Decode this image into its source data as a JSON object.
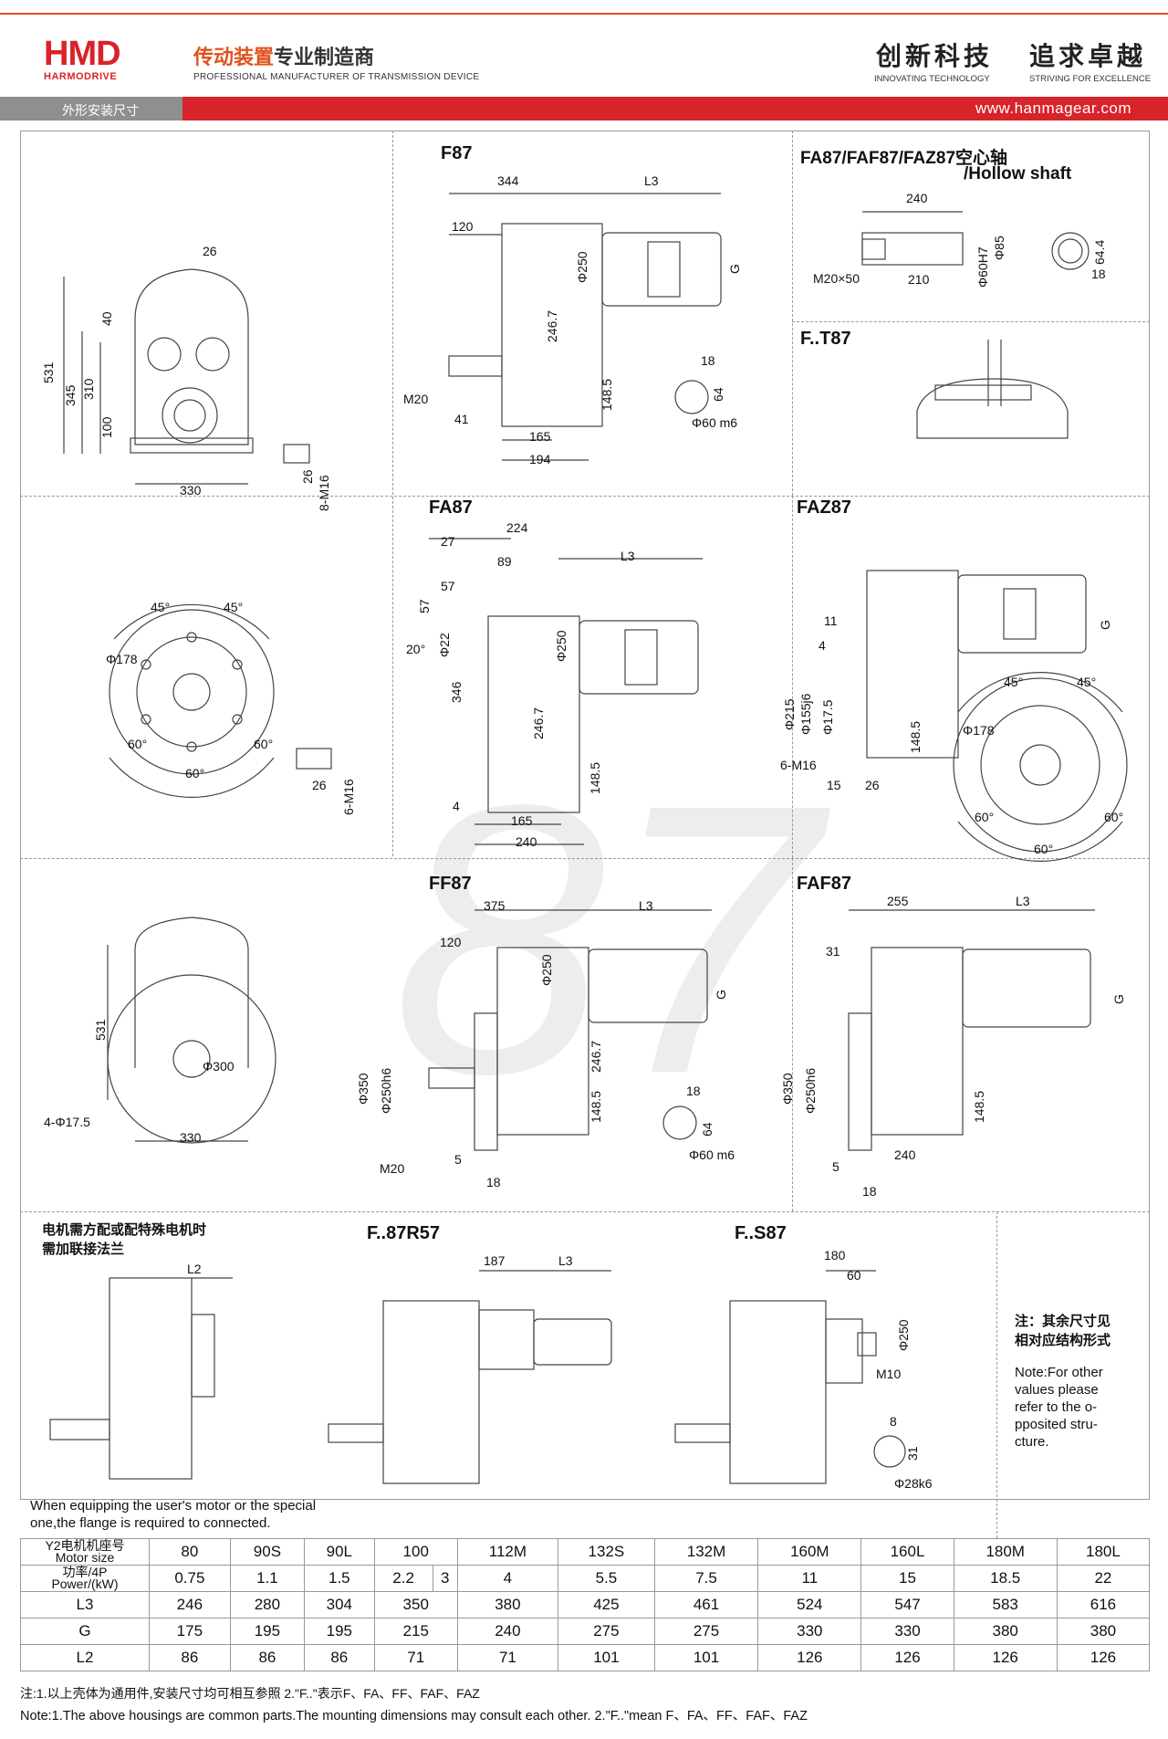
{
  "header": {
    "logo_mark": "HMD",
    "logo_sub": "HARMODRIVE",
    "brand_cn_orange": "传动装置",
    "brand_cn_dark": "专业制造商",
    "brand_en": "PROFESSIONAL MANUFACTURER OF TRANSMISSION DEVICE",
    "slogan1_cn": "创新科技",
    "slogan1_en": "INNOVATING TECHNOLOGY",
    "slogan2_cn": "追求卓越",
    "slogan2_en": "STRIVING FOR EXCELLENCE",
    "section_label": "外形安装尺寸",
    "website": "www.hanmagear.com",
    "colors": {
      "accent_red": "#d8232a",
      "accent_orange": "#e0531d",
      "bar_grey": "#8f8f8f"
    }
  },
  "watermark": "87",
  "drawings": {
    "f87_title": "F87",
    "hollow_title_1": "FA87/FAF87/FAZ87空心轴",
    "hollow_title_2": "/Hollow shaft",
    "ft87_title": "F..T87",
    "fa87_title": "FA87",
    "faz87_title": "FAZ87",
    "ff87_title": "FF87",
    "faf87_title": "FAF87",
    "f87r57_title": "F..87R57",
    "fs87_title": "F..S87",
    "flange_note_cn_1": "电机需方配或配特殊电机时",
    "flange_note_cn_2": "需加联接法兰",
    "flange_note_en_1": "When equipping the user's motor or the special",
    "flange_note_en_2": "one,the flange is required to connected.",
    "note_cn_1": "注：其余尺寸见",
    "note_cn_2": "相对应结构形式",
    "note_en_1": "Note:For other",
    "note_en_2": "values please",
    "note_en_3": "refer to the o-",
    "note_en_4": "pposited stru-",
    "note_en_5": "cture."
  },
  "dims": {
    "d26": "26",
    "d531": "531",
    "d345": "345",
    "d310": "310",
    "d40": "40",
    "d100": "100",
    "d330": "330",
    "dM16a": "8-M16",
    "d26b": "26",
    "f344": "344",
    "fL3": "L3",
    "f120": "120",
    "f250": "Φ250",
    "fG": "G",
    "f2467": "246.7",
    "fM20": "M20",
    "f1485": "148.5",
    "f41": "41",
    "f165": "165",
    "f194": "194",
    "f18": "18",
    "f64": "64",
    "f60m6": "Φ60 m6",
    "h240": "240",
    "hM20x50": "M20×50",
    "h210": "210",
    "h60H7": "Φ60H7",
    "h85": "Φ85",
    "h644": "64.4",
    "h18": "18",
    "p45a": "45°",
    "p45b": "45°",
    "p178": "Φ178",
    "p60a": "60°",
    "p60b": "60°",
    "p60c": "60°",
    "p26": "26",
    "pM16": "6-M16",
    "a27": "27",
    "a224": "224",
    "a89": "89",
    "aL3": "L3",
    "a57a": "57",
    "a57b": "57",
    "a20": "20°",
    "a22": "Φ22",
    "a250": "Φ250",
    "a346": "346",
    "a2467": "246.7",
    "a1485": "148.5",
    "a4": "4",
    "a165": "165",
    "a240": "240",
    "z11": "11",
    "z4": "4",
    "zG": "G",
    "z215": "Φ215",
    "z155": "Φ155j6",
    "z175": "Φ17.5",
    "z1485": "148.5",
    "zM16": "6-M16",
    "z15": "15",
    "z26": "26",
    "z45a": "45°",
    "z45b": "45°",
    "z178": "Φ178",
    "z60a": "60°",
    "z60b": "60°",
    "z60c": "60°",
    "ff531": "531",
    "ff300": "Φ300",
    "ff175": "4-Φ17.5",
    "ff330": "330",
    "ff375": "375",
    "ffL3": "L3",
    "ff120": "120",
    "ff250": "Φ250",
    "ffG": "G",
    "ff2467": "246.7",
    "ff350": "Φ350",
    "ff250h6": "Φ250h6",
    "ff1485": "148.5",
    "ffM20": "M20",
    "ff5": "5",
    "ff18": "18",
    "ff18b": "18",
    "ff64": "64",
    "ff60m6": "Φ60 m6",
    "af255": "255",
    "afL3": "L3",
    "af31": "31",
    "afG": "G",
    "af350": "Φ350",
    "af250h6": "Φ250h6",
    "af1485": "148.5",
    "af240": "240",
    "af5": "5",
    "af18": "18",
    "l2": "L2",
    "r187": "187",
    "rL3": "L3",
    "s180": "180",
    "s60": "60",
    "s250": "Φ250",
    "sM10": "M10",
    "s8": "8",
    "s31": "31",
    "s28k6": "Φ28k6"
  },
  "table": {
    "row_headers": [
      [
        "Y2电机机座号",
        "Motor size"
      ],
      [
        "功率/4P",
        "Power/(kW)"
      ],
      [
        "L3"
      ],
      [
        "G"
      ],
      [
        "L2"
      ]
    ],
    "motor_size": [
      "80",
      "90S",
      "90L",
      "100",
      "112M",
      "132S",
      "132M",
      "160M",
      "160L",
      "180M",
      "180L"
    ],
    "power": [
      "0.75",
      "1.1",
      "1.5",
      "2.2",
      "3",
      "4",
      "5.5",
      "7.5",
      "11",
      "15",
      "18.5",
      "22"
    ],
    "L3": [
      "246",
      "280",
      "304",
      "350",
      "380",
      "425",
      "461",
      "524",
      "547",
      "583",
      "616"
    ],
    "G": [
      "175",
      "195",
      "195",
      "215",
      "240",
      "275",
      "275",
      "330",
      "330",
      "380",
      "380"
    ],
    "L2": [
      "86",
      "86",
      "86",
      "71",
      "71",
      "101",
      "101",
      "126",
      "126",
      "126",
      "126"
    ]
  },
  "footer": {
    "cn": "注:1.以上壳体为通用件,安装尺寸均可相互参照    2.\"F..\"表示F、FA、FF、FAF、FAZ",
    "en": "Note:1.The above housings are common parts.The mounting dimensions may consult each other.   2.\"F..\"mean F、FA、FF、FAF、FAZ"
  }
}
